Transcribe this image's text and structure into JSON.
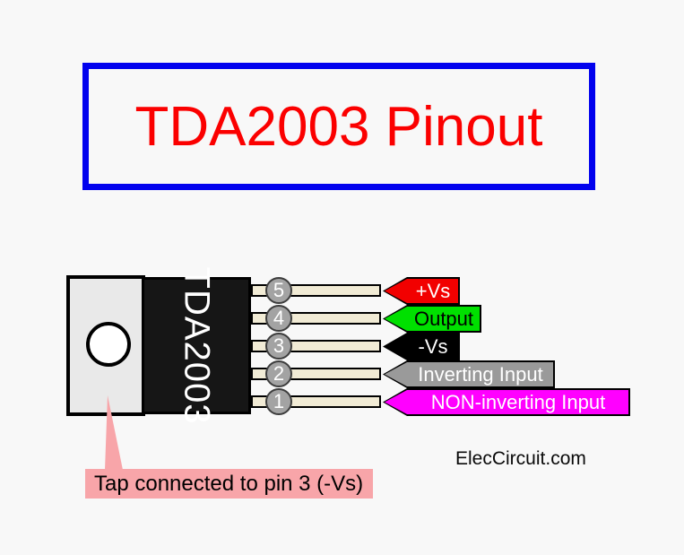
{
  "title": {
    "text": "TDA2003 Pinout",
    "text_color": "#fb0000",
    "border_color": "#0202ee"
  },
  "chip": {
    "label": "TDA2003",
    "package_colors": {
      "tab": "#e9e9e9",
      "body": "#161616"
    }
  },
  "pins": [
    {
      "number": "5",
      "label": "+Vs",
      "color": "#f20000",
      "text_color": "#ffffff"
    },
    {
      "number": "4",
      "label": "Output",
      "color": "#00e000",
      "text_color": "#000000"
    },
    {
      "number": "3",
      "label": "-Vs",
      "color": "#000000",
      "text_color": "#ffffff"
    },
    {
      "number": "2",
      "label": "Inverting Input",
      "color": "#9a9a9a",
      "text_color": "#ffffff"
    },
    {
      "number": "1",
      "label": "NON-inverting Input",
      "color": "#ff00ff",
      "text_color": "#ffffff"
    }
  ],
  "callout": {
    "text": "Tap connected to pin 3 (-Vs)",
    "color": "#f8a5a9"
  },
  "watermark": {
    "text": "ElecCircuit.com"
  }
}
